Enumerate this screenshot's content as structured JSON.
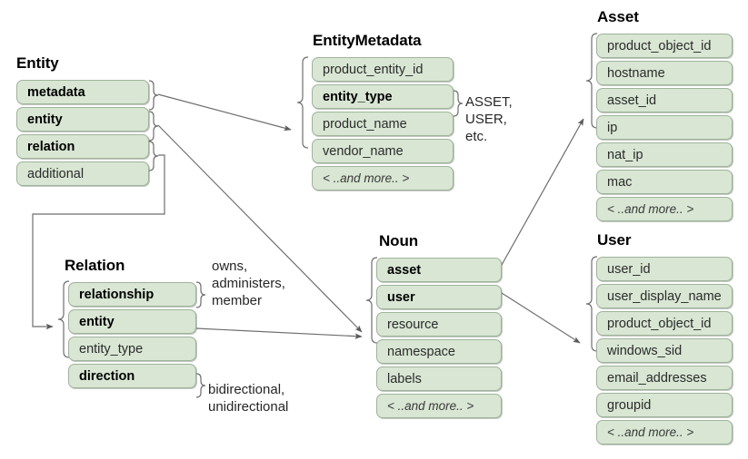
{
  "diagram": {
    "title_entity": "Entity",
    "title_entity_metadata": "EntityMetadata",
    "title_asset": "Asset",
    "title_noun": "Noun",
    "title_user": "User",
    "title_relation": "Relation",
    "more_label": "<  ..and more..  >",
    "accent_fill": "#d8e6d3",
    "accent_stroke": "#9fb39a",
    "wire_color": "#6e6e6e"
  },
  "entity": {
    "name": "Entity",
    "rows": [
      {
        "label": "metadata",
        "bold": true
      },
      {
        "label": "entity",
        "bold": true
      },
      {
        "label": "relation",
        "bold": true
      },
      {
        "label": "additional",
        "bold": false
      }
    ]
  },
  "entity_metadata": {
    "name": "EntityMetadata",
    "rows": [
      {
        "label": "product_entity_id",
        "bold": false
      },
      {
        "label": "entity_type",
        "bold": true
      },
      {
        "label": "product_name",
        "bold": false
      },
      {
        "label": "vendor_name",
        "bold": false
      },
      {
        "label": "<  ..and more..  >",
        "bold": false,
        "more": true
      }
    ]
  },
  "asset": {
    "name": "Asset",
    "rows": [
      {
        "label": "product_object_id",
        "bold": false
      },
      {
        "label": "hostname",
        "bold": false
      },
      {
        "label": "asset_id",
        "bold": false
      },
      {
        "label": "ip",
        "bold": false
      },
      {
        "label": "nat_ip",
        "bold": false
      },
      {
        "label": "mac",
        "bold": false
      },
      {
        "label": "<  ..and more..  >",
        "bold": false,
        "more": true
      }
    ]
  },
  "user": {
    "name": "User",
    "rows": [
      {
        "label": "user_id",
        "bold": false
      },
      {
        "label": "user_display_name",
        "bold": false
      },
      {
        "label": "product_object_id",
        "bold": false
      },
      {
        "label": "windows_sid",
        "bold": false
      },
      {
        "label": "email_addresses",
        "bold": false
      },
      {
        "label": "groupid",
        "bold": false
      },
      {
        "label": "<  ..and more..  >",
        "bold": false,
        "more": true
      }
    ]
  },
  "noun": {
    "name": "Noun",
    "rows": [
      {
        "label": "asset",
        "bold": true
      },
      {
        "label": "user",
        "bold": true
      },
      {
        "label": "resource",
        "bold": false
      },
      {
        "label": "namespace",
        "bold": false
      },
      {
        "label": "labels",
        "bold": false
      },
      {
        "label": "<  ..and more..  >",
        "bold": false,
        "more": true
      }
    ]
  },
  "relation": {
    "name": "Relation",
    "rows": [
      {
        "label": "relationship",
        "bold": true
      },
      {
        "label": "entity",
        "bold": true
      },
      {
        "label": "entity_type",
        "bold": false
      },
      {
        "label": "direction",
        "bold": true
      }
    ]
  },
  "annotations": {
    "entity_type_values": "ASSET,\nUSER,\netc.",
    "relationship_values": "owns,\nadministers,\nmember",
    "direction_values": "bidirectional,\nunidirectional"
  }
}
